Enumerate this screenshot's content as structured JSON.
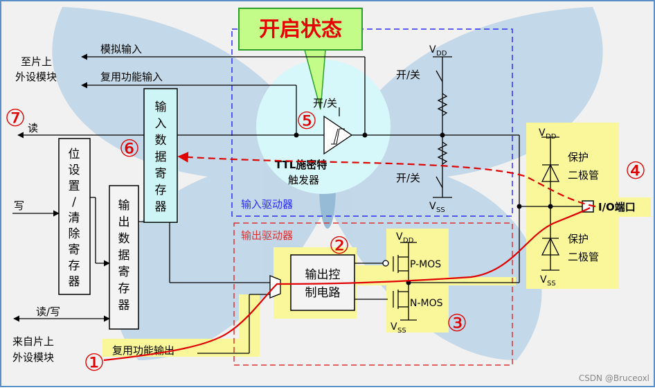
{
  "title_callout": "开启状态",
  "labels": {
    "to_peripheral": [
      "至片上",
      "外设模块"
    ],
    "from_peripheral": [
      "来自片上",
      "外设模块"
    ],
    "analog_in": "模拟输入",
    "alt_func_in": "复用功能输入",
    "alt_func_out": "复用功能输出",
    "read": "读",
    "write": "写",
    "read_write": "读/写",
    "on_off": "开/关",
    "ttl_schmitt": [
      "TTL施密特",
      "触发器"
    ],
    "input_driver": "输入驱动器",
    "output_driver": "输出驱动器",
    "protect_diode": [
      "保护",
      "二极管"
    ],
    "io_pin": "I/O端口",
    "pmos": "P-MOS",
    "nmos": "N-MOS",
    "vdd": "V",
    "vdd_sub": "DD",
    "vss": "V",
    "vss_sub": "SS",
    "watermark": "CSDN @Bruceoxl"
  },
  "blocks": {
    "input_data_reg": [
      "输",
      "入",
      "数",
      "据",
      "寄",
      "存",
      "器"
    ],
    "bit_set_reset_reg": [
      "位",
      "设",
      "置",
      "/",
      "清",
      "除",
      "寄",
      "存",
      "器"
    ],
    "output_data_reg": [
      "输",
      "出",
      "数",
      "据",
      "寄",
      "存",
      "器"
    ],
    "output_control": [
      "输出控",
      "制电路"
    ]
  },
  "markers": [
    "①",
    "②",
    "③",
    "④",
    "⑤",
    "⑥",
    "⑦"
  ],
  "colors": {
    "highlight": "#f9f79a",
    "cyan_block": "#cdf5f5",
    "bubble": "#d6f8fa",
    "path_red": "#e00000",
    "input_driver_box": "#2a2aff",
    "output_driver_box": "#e03030"
  }
}
